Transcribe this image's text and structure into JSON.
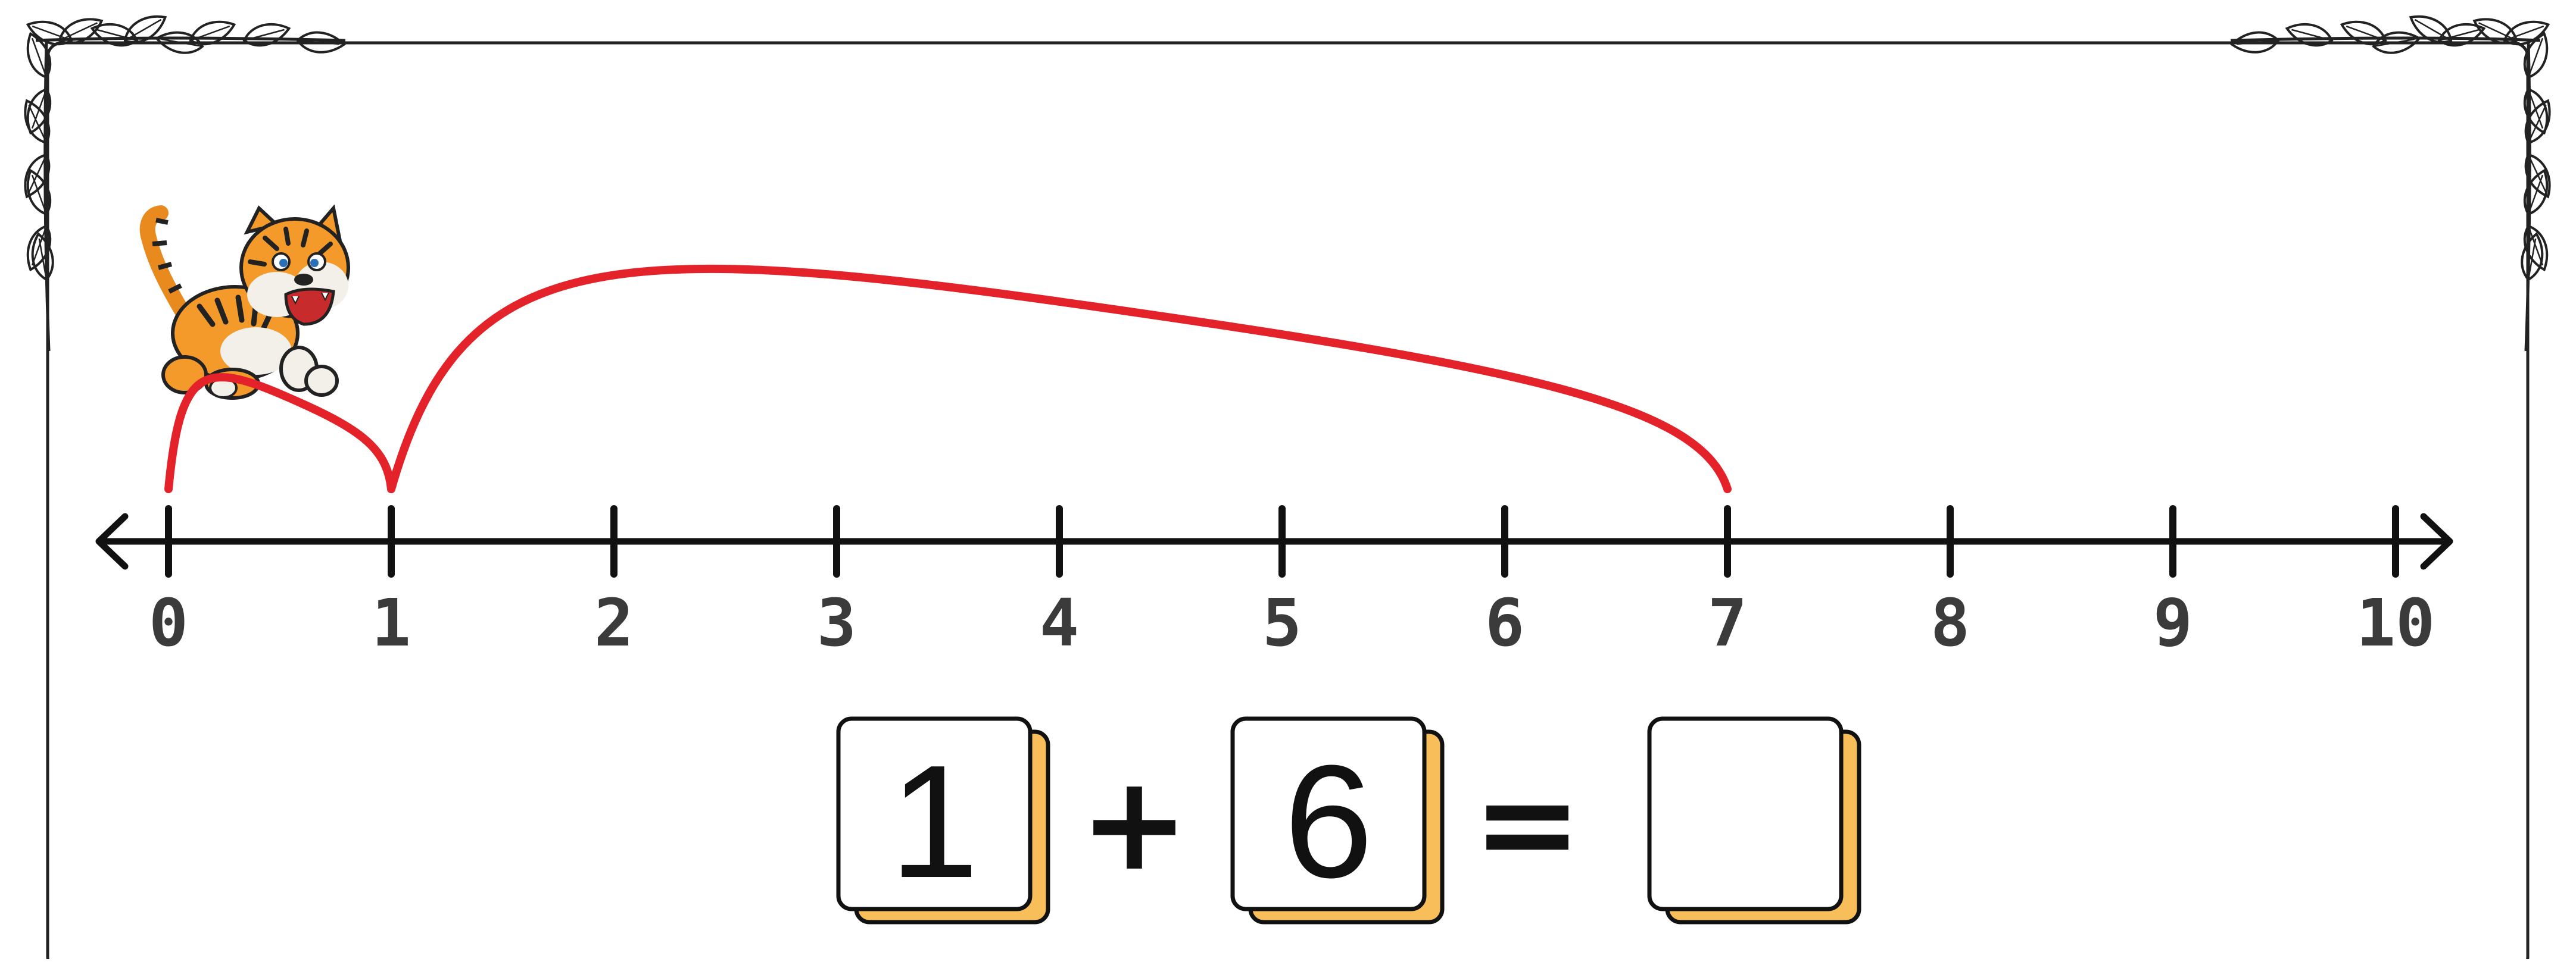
{
  "number_line": {
    "min": 0,
    "max": 10,
    "tick_labels": [
      "0",
      "1",
      "2",
      "3",
      "4",
      "5",
      "6",
      "7",
      "8",
      "9",
      "10"
    ]
  },
  "jumps": [
    {
      "from": 0,
      "to": 1
    },
    {
      "from": 1,
      "to": 7
    }
  ],
  "equation": {
    "addend1": "1",
    "operator_plus": "+",
    "addend2": "6",
    "operator_equals": "=",
    "answer": ""
  },
  "colors": {
    "jump_stroke": "#e3222a",
    "line": "#111111",
    "tick_label": "#3b3b3b",
    "box_shadow": "#f7be5a",
    "frame": "#222222"
  },
  "icons": [
    "tiger-icon",
    "leaf-vine-icon"
  ]
}
